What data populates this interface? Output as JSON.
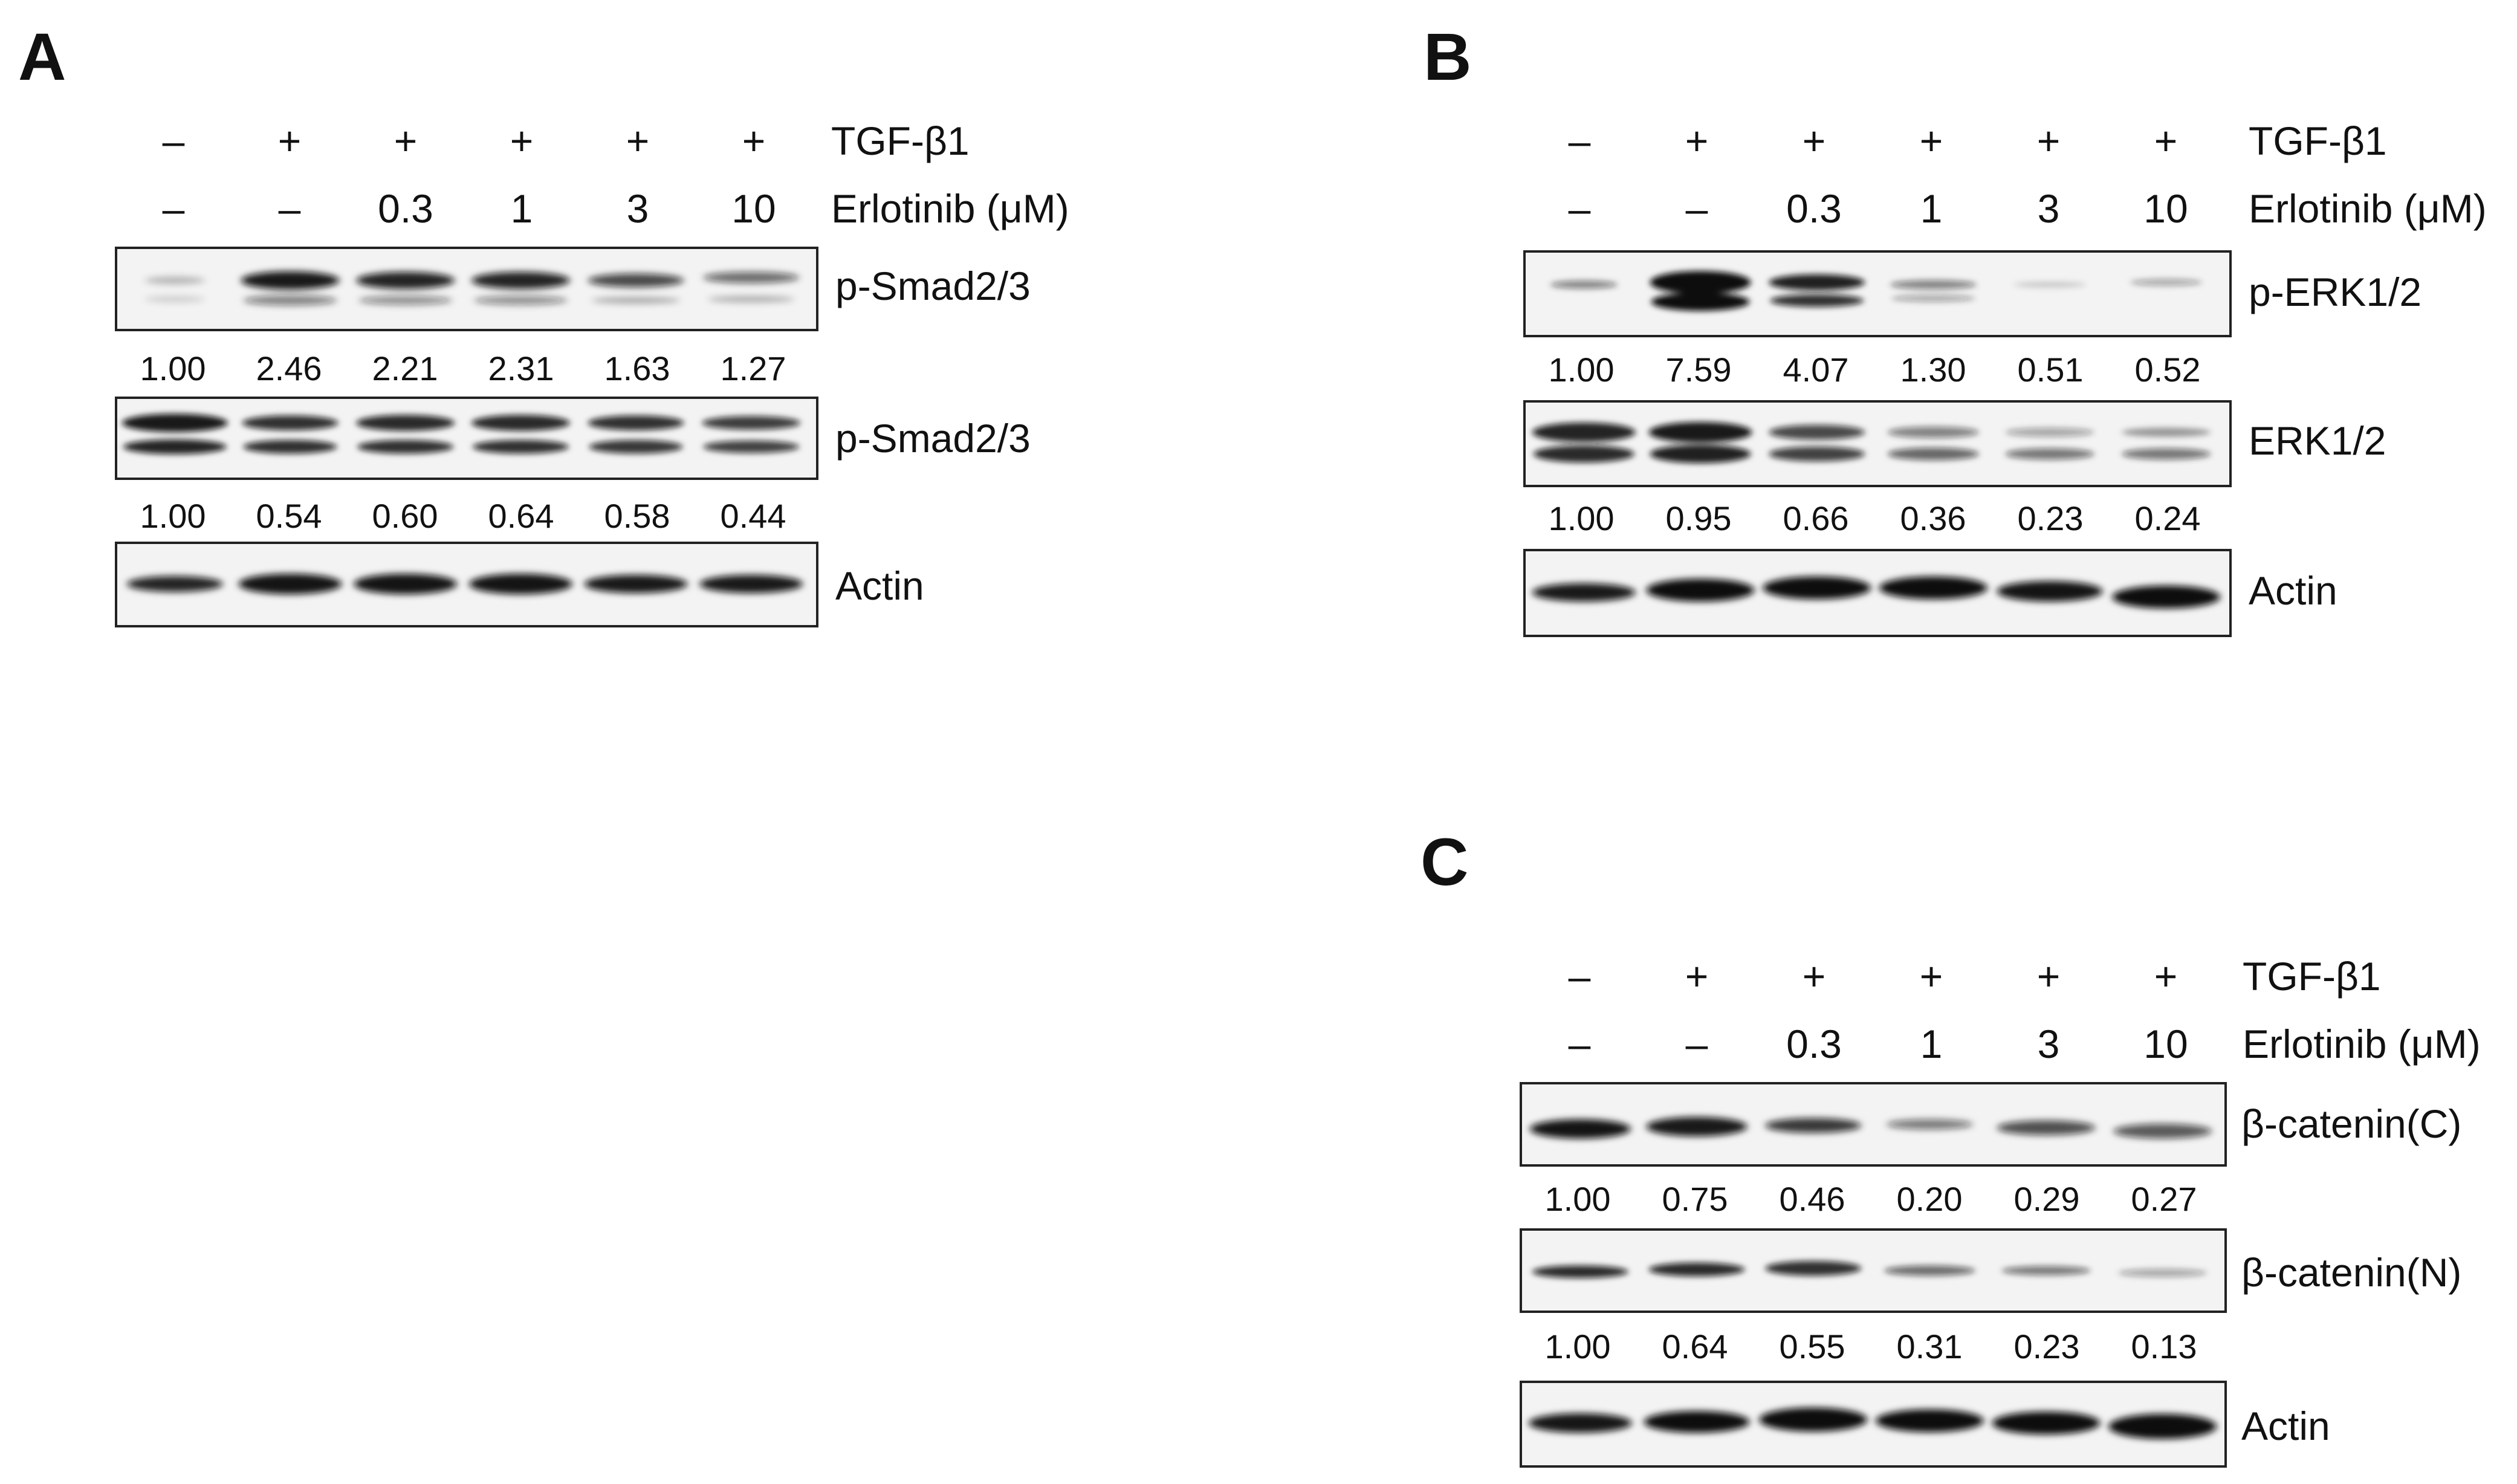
{
  "panels": [
    {
      "letter": "A",
      "tgf_row": [
        "–",
        "+",
        "+",
        "+",
        "+",
        "+"
      ],
      "tgf_label": "TGF-β1",
      "erl_row": [
        "–",
        "–",
        "0.3",
        "1",
        "3",
        "10"
      ],
      "erl_label": "Erlotinib (μM)",
      "blots": [
        {
          "label": "p-Smad2/3",
          "values": [
            "1.00",
            "2.46",
            "2.21",
            "2.31",
            "1.63",
            "1.27"
          ]
        },
        {
          "label": "p-Smad2/3",
          "values": [
            "1.00",
            "0.54",
            "0.60",
            "0.64",
            "0.58",
            "0.44"
          ]
        },
        {
          "label": "Actin"
        }
      ]
    },
    {
      "letter": "B",
      "tgf_row": [
        "–",
        "+",
        "+",
        "+",
        "+",
        "+"
      ],
      "tgf_label": "TGF-β1",
      "erl_row": [
        "–",
        "–",
        "0.3",
        "1",
        "3",
        "10"
      ],
      "erl_label": "Erlotinib (μM)",
      "blots": [
        {
          "label": "p-ERK1/2",
          "values": [
            "1.00",
            "7.59",
            "4.07",
            "1.30",
            "0.51",
            "0.52"
          ]
        },
        {
          "label": "ERK1/2",
          "values": [
            "1.00",
            "0.95",
            "0.66",
            "0.36",
            "0.23",
            "0.24"
          ]
        },
        {
          "label": "Actin"
        }
      ]
    },
    {
      "letter": "C",
      "tgf_row": [
        "–",
        "+",
        "+",
        "+",
        "+",
        "+"
      ],
      "tgf_label": "TGF-β1",
      "erl_row": [
        "–",
        "–",
        "0.3",
        "1",
        "3",
        "10"
      ],
      "erl_label": "Erlotinib (μM)",
      "blots": [
        {
          "label": "β-catenin(C)",
          "values": [
            "1.00",
            "0.75",
            "0.46",
            "0.20",
            "0.29",
            "0.27"
          ]
        },
        {
          "label": "β-catenin(N)",
          "values": [
            "1.00",
            "0.64",
            "0.55",
            "0.31",
            "0.23",
            "0.13"
          ]
        },
        {
          "label": "Actin"
        }
      ]
    }
  ]
}
